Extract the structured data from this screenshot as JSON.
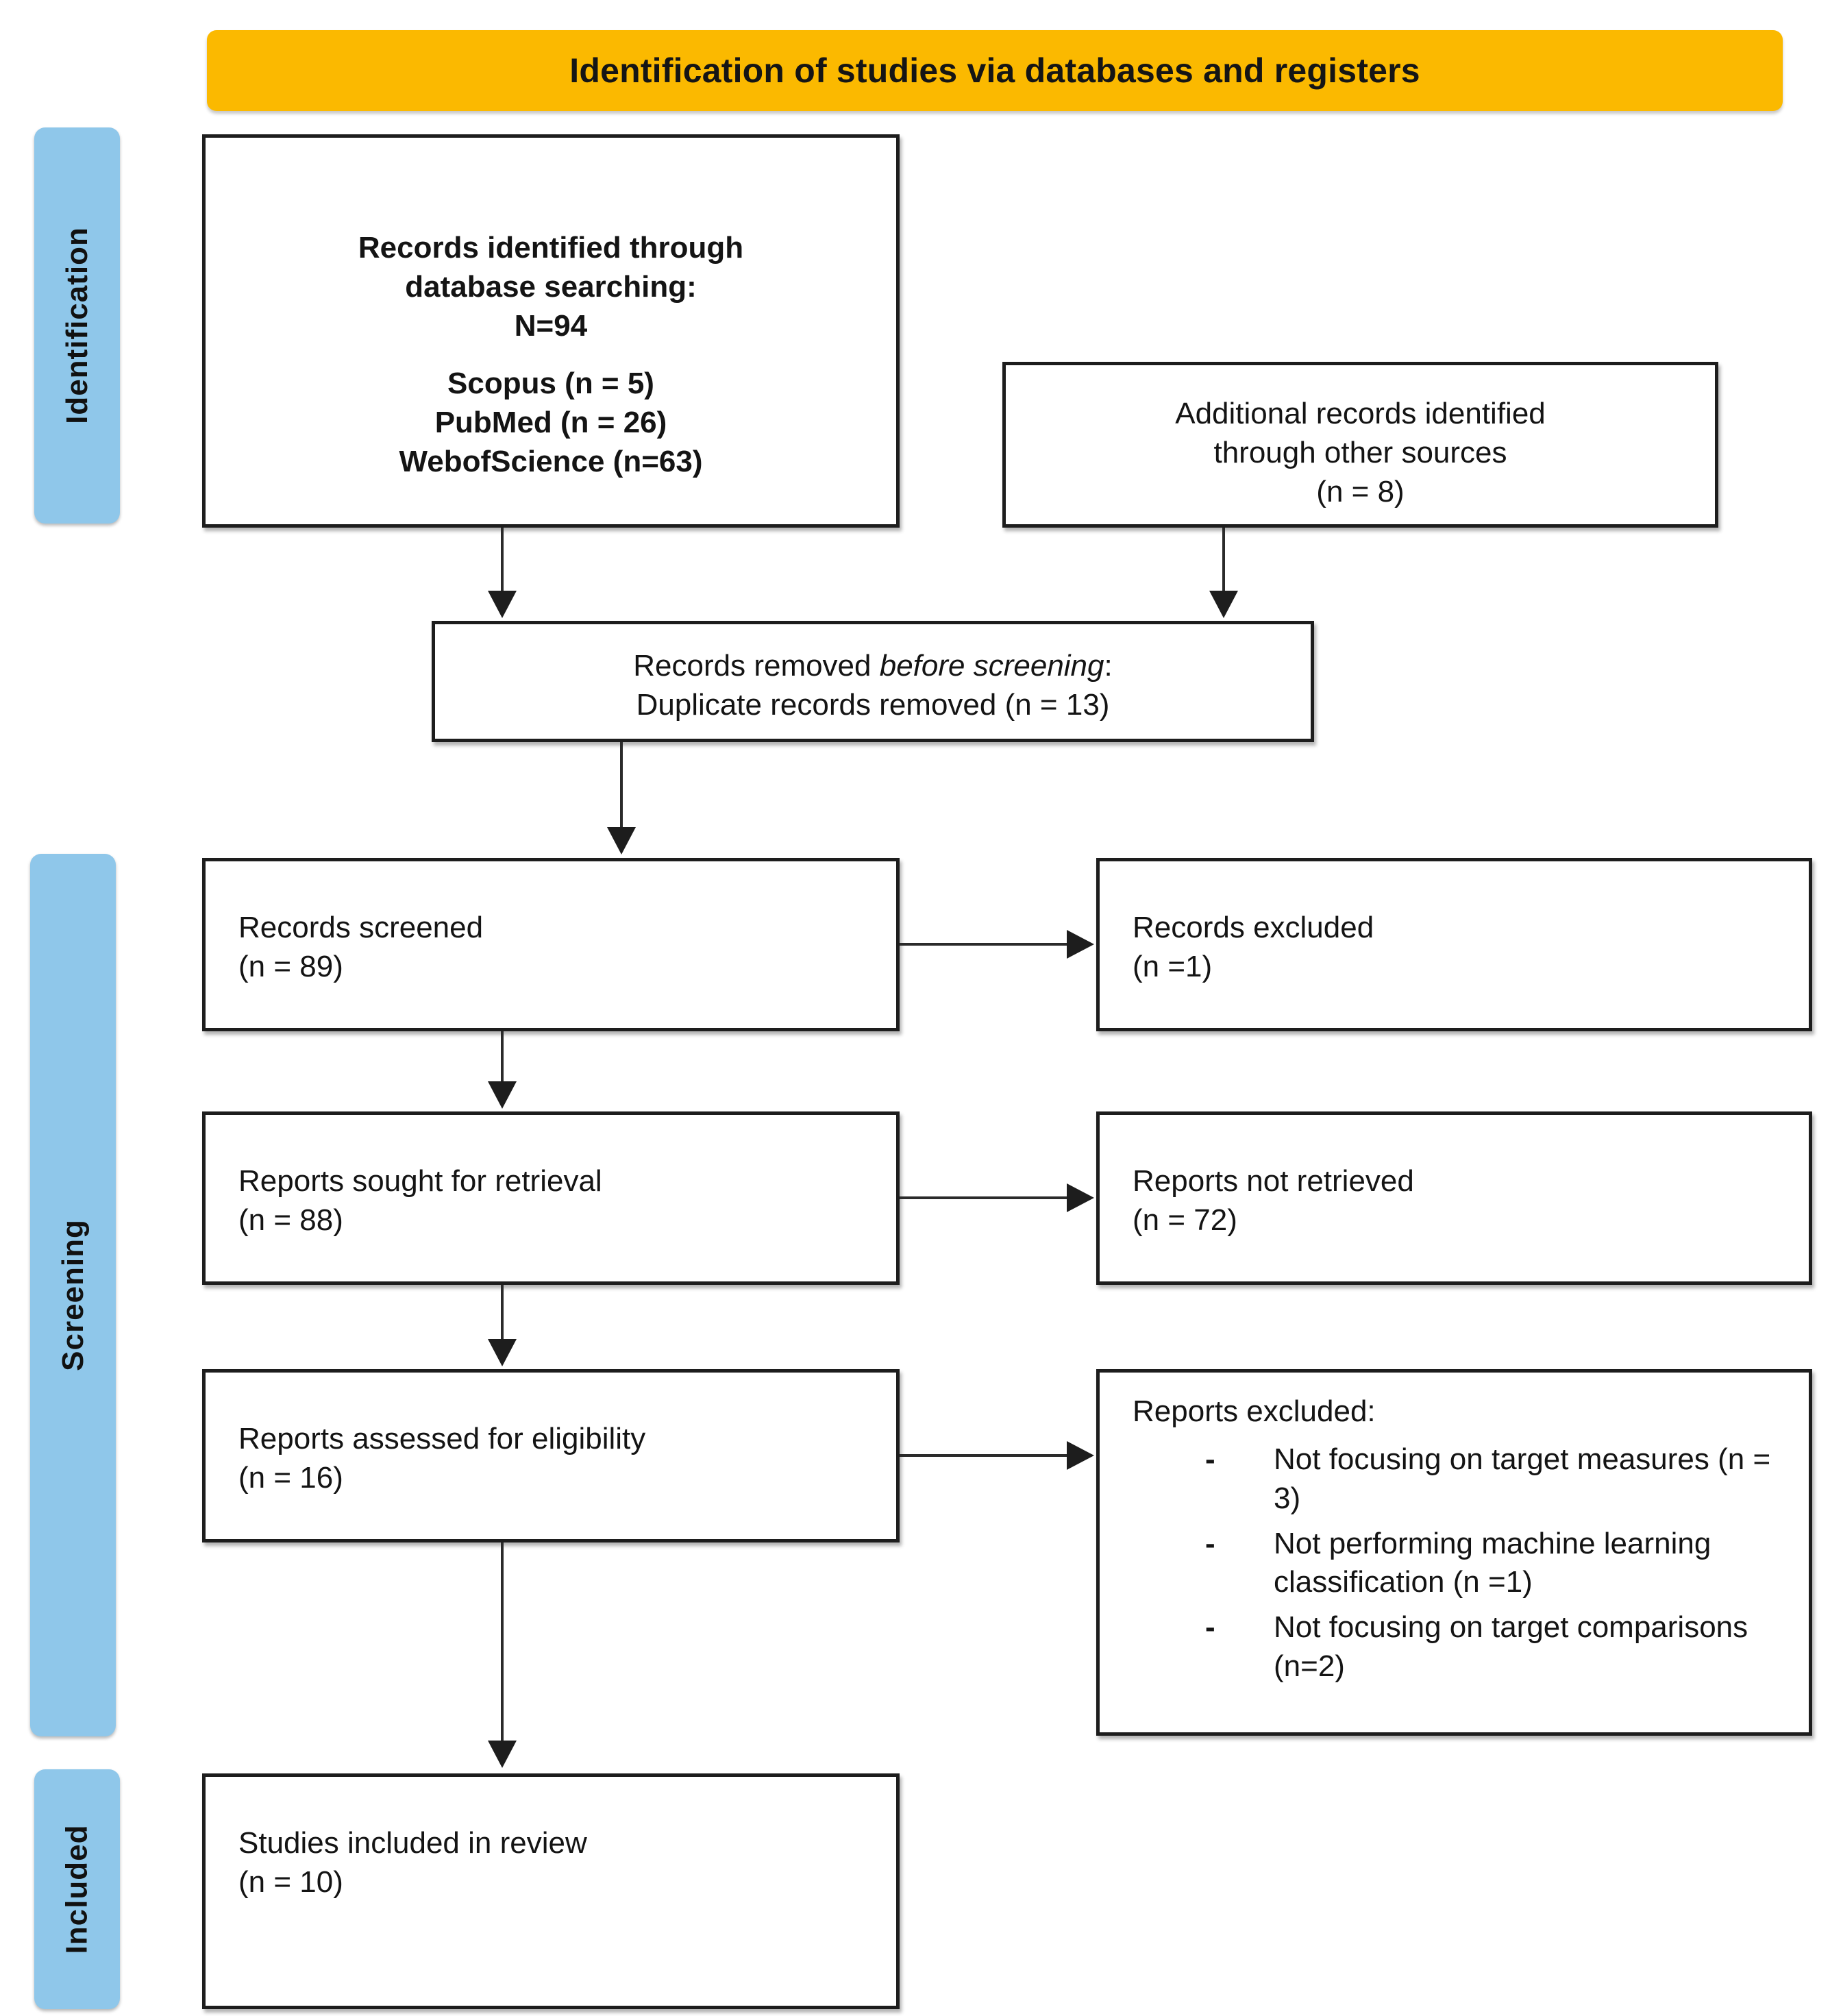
{
  "diagram": {
    "title": "PRISMA flow diagram",
    "phase_banner": {
      "label": "Identification of studies via databases and registers",
      "color": "#fbb900"
    },
    "stage_labels": {
      "identification": "Identification",
      "screening": "Screening",
      "included": "Included",
      "color": "#8fc7ea"
    },
    "boxes": {
      "db_search": {
        "line1": "Records identified through",
        "line2": "database searching:",
        "line3": "N=94",
        "line4": "Scopus (n = 5)",
        "line5": "PubMed (n = 26)",
        "line6": "WebofScience (n=63)"
      },
      "additional": {
        "line1": "Additional records identified",
        "line2": "through other sources",
        "line3": "(n = 8)"
      },
      "duplicates": {
        "line1_a": "Records removed ",
        "line1_italic": "before screening",
        "line1_b": ":",
        "line2": "Duplicate records removed (n = 13)"
      },
      "screened": {
        "line1": "Records screened",
        "line2": "(n = 89)"
      },
      "records_excluded": {
        "line1": "Records excluded",
        "line2": "(n =1)"
      },
      "sought": {
        "line1": "Reports sought for retrieval",
        "line2": "(n = 88)"
      },
      "not_retrieved": {
        "line1": "Reports not retrieved",
        "line2": "(n = 72)"
      },
      "eligibility": {
        "line1": "Reports assessed for eligibility",
        "line2": "(n = 16)"
      },
      "reports_excluded": {
        "heading": "Reports excluded:",
        "bullet_glyph": "-",
        "reasons": [
          "Not focusing on target measures (n = 3)",
          "Not performing machine learning classification (n =1)",
          "Not focusing on target comparisons (n=2)"
        ]
      },
      "included": {
        "line1": "Studies included in review",
        "line2": "(n = 10)"
      }
    }
  }
}
